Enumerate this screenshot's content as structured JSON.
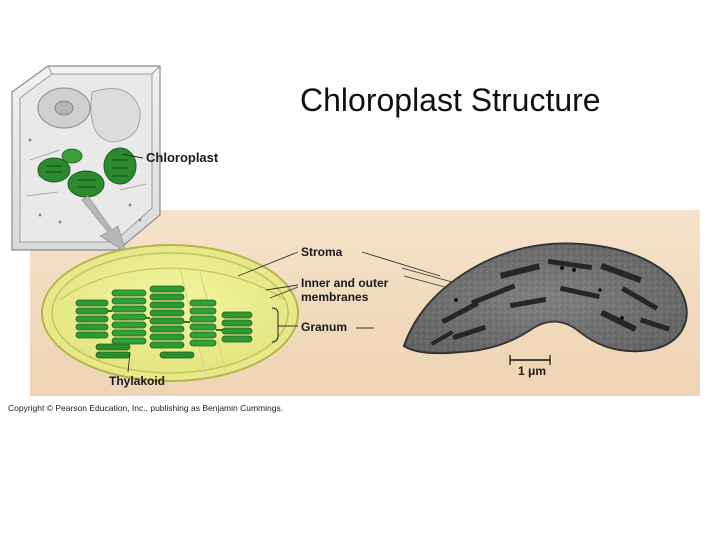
{
  "slide": {
    "title": "Chloroplast Structure",
    "copyright": "Copyright © Pearson Education, Inc., publishing as Benjamin Cummings."
  },
  "labels": {
    "chloroplast": "Chloroplast",
    "stroma": "Stroma",
    "membranes_line1": "Inner and outer",
    "membranes_line2": "membranes",
    "granum": "Granum",
    "thylakoid": "Thylakoid",
    "scale_bar": "1 μm"
  },
  "colors": {
    "background": "#ffffff",
    "panel": "#f3dcc0",
    "chloroplast_green": "#2f9a33",
    "membrane_yellow": "#eef08a",
    "micrograph_gray": "#6a6a6a"
  }
}
